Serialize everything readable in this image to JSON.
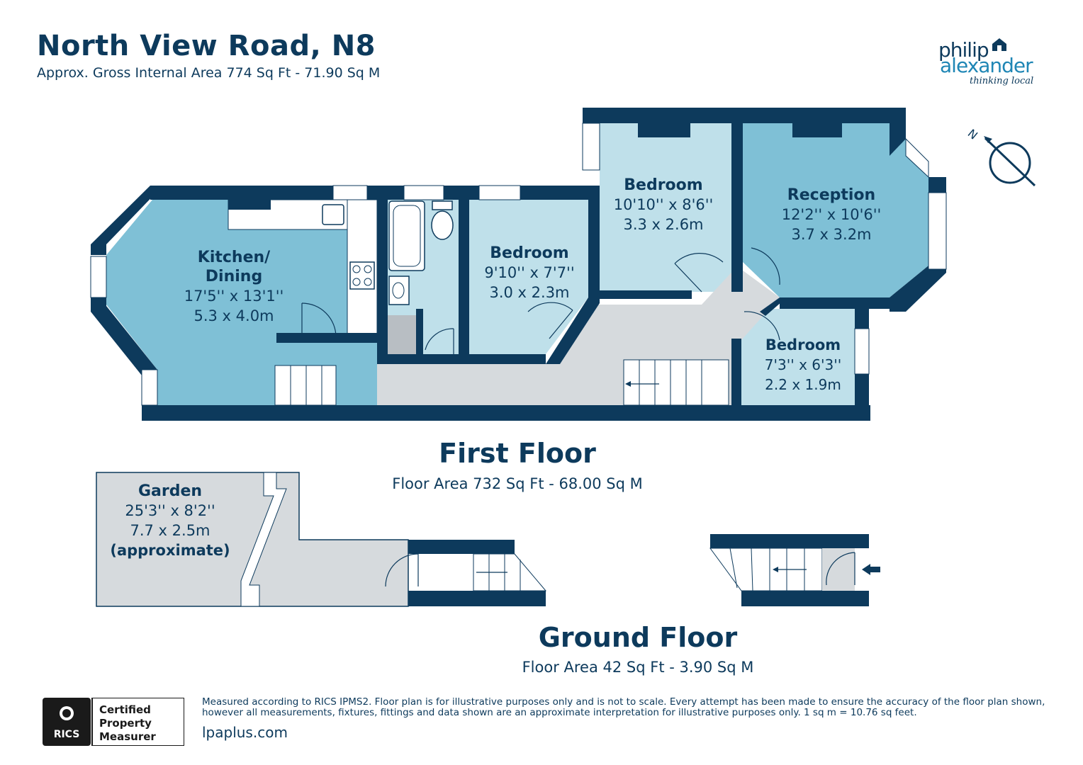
{
  "header": {
    "title": "North View Road, N8",
    "subtitle": "Approx. Gross Internal Area 774 Sq Ft - 71.90 Sq M"
  },
  "logo": {
    "line1": "philip",
    "line2": "alexander",
    "tagline": "thinking local"
  },
  "compass": {
    "label": "N"
  },
  "first_floor": {
    "title": "First Floor",
    "area": "Floor Area 732 Sq Ft - 68.00 Sq M",
    "rooms": [
      {
        "name_line1": "Kitchen/",
        "name_line2": "Dining",
        "imperial": "17'5'' x 13'1''",
        "metric": "5.3 x 4.0m"
      },
      {
        "name": "Bedroom",
        "imperial": "9'10'' x 7'7''",
        "metric": "3.0 x 2.3m"
      },
      {
        "name": "Bedroom",
        "imperial": "10'10'' x 8'6''",
        "metric": "3.3 x 2.6m"
      },
      {
        "name": "Reception",
        "imperial": "12'2'' x 10'6''",
        "metric": "3.7 x 3.2m"
      },
      {
        "name": "Bedroom",
        "imperial": "7'3'' x 6'3''",
        "metric": "2.2 x 1.9m"
      }
    ]
  },
  "ground_floor": {
    "title": "Ground Floor",
    "area": "Floor Area 42 Sq Ft - 3.90 Sq M",
    "garden": {
      "name": "Garden",
      "imperial": "25'3'' x 8'2''",
      "metric": "7.7 x 2.5m",
      "note": "(approximate)"
    }
  },
  "footer": {
    "badge_org": "RICS",
    "badge_line1": "Certified",
    "badge_line2": "Property",
    "badge_line3": "Measurer",
    "disclaimer": "Measured according to RICS IPMS2. Floor plan is for illustrative purposes only and is not to scale. Every attempt has been made to ensure the accuracy of the floor plan shown, however all measurements, fixtures, fittings and data shown are an approximate interpretation for illustrative purposes only. 1 sq m = 10.76 sq feet.",
    "website": "lpaplus.com"
  },
  "colors": {
    "wall": "#0d3a5c",
    "room_dark": "#7fc0d6",
    "room_light": "#bfe0ea",
    "hall": "#d6dadd",
    "window": "#ffffff"
  }
}
